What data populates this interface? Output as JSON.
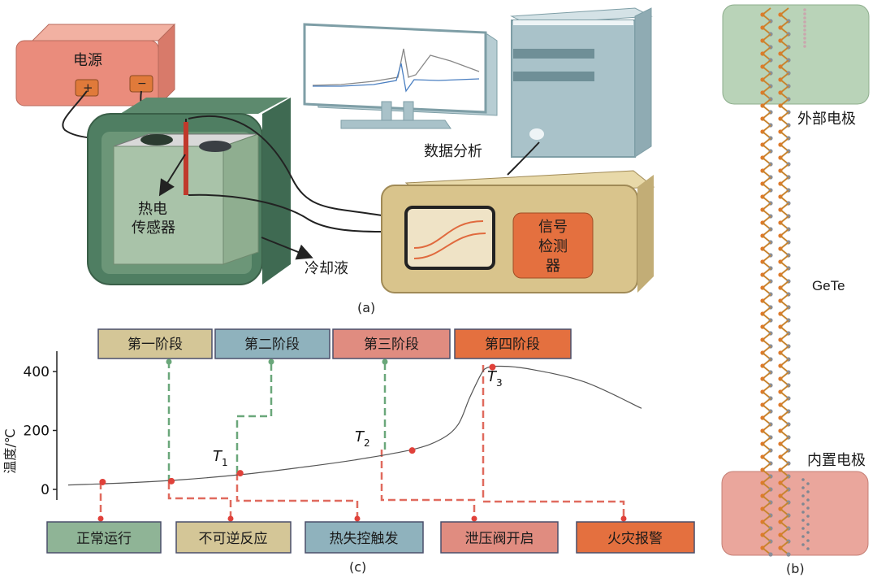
{
  "panel_a": {
    "caption": "(a)",
    "power_label": "电源",
    "plus": "+",
    "minus": "−",
    "sensor_label_1": "热电",
    "sensor_label_2": "传感器",
    "coolant_label": "冷却液",
    "analysis_label": "数据分析",
    "detector_label_1": "信号",
    "detector_label_2": "检测",
    "detector_label_3": "器"
  },
  "panel_b": {
    "caption": "(b)",
    "top_electrode": "外部电极",
    "material": "GeTe",
    "bottom_electrode": "内置电极"
  },
  "panel_c": {
    "caption": "(c)",
    "stages": [
      "第一阶段",
      "第二阶段",
      "第三阶段",
      "第四阶段"
    ],
    "events": [
      "正常运行",
      "不可逆反应",
      "热失控触发",
      "泄压阀开启",
      "火灾报警"
    ],
    "point_labels": [
      {
        "main": "T",
        "sub": "1"
      },
      {
        "main": "T",
        "sub": "2"
      },
      {
        "main": "T",
        "sub": "3"
      }
    ]
  },
  "colors": {
    "stage1": "#d4c697",
    "stage2": "#8fb2bd",
    "stage3": "#e08c80",
    "stage4": "#e4703f",
    "event_normal": "#8fb496",
    "event_irrev": "#d4c697",
    "event_runaway": "#8fb2bd",
    "event_valve": "#e08c80",
    "event_fire": "#e4703f",
    "green_dash": "#6aa77a",
    "red_dash": "#e06a5e",
    "marker": "#e0413a"
  },
  "chart_data": {
    "type": "line",
    "title": "",
    "xlabel": "",
    "ylabel": "温度/℃",
    "yticks": [
      0,
      200,
      400
    ],
    "ylim": [
      -30,
      470
    ],
    "xlim": [
      0,
      100
    ],
    "series": [
      {
        "x": [
          0,
          10,
          20,
          30,
          40,
          50,
          60,
          65,
          68,
          70,
          72,
          73,
          75,
          80,
          90,
          100
        ],
        "y": [
          15,
          22,
          33,
          50,
          73,
          100,
          135,
          170,
          220,
          310,
          390,
          412,
          418,
          410,
          365,
          275
        ]
      }
    ],
    "markers": [
      {
        "label": "",
        "x": 6,
        "y": 25
      },
      {
        "label": "",
        "x": 18,
        "y": 28
      },
      {
        "label": "T1",
        "x": 30,
        "y": 55
      },
      {
        "label": "T2",
        "x": 60,
        "y": 132
      },
      {
        "label": "T3",
        "x": 74,
        "y": 415
      }
    ]
  }
}
